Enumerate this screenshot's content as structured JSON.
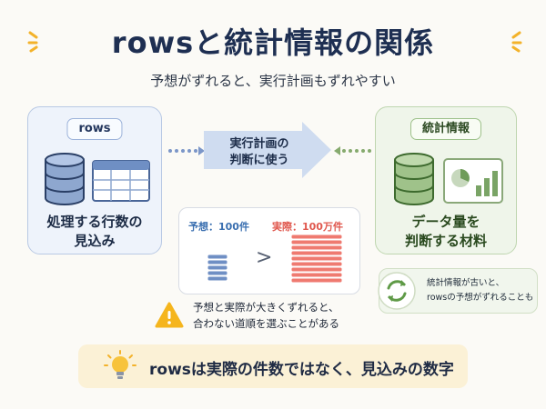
{
  "title": "rowsと統計情報の関係",
  "subtitle": "予想がずれると、実行計画もずれやすい",
  "rows_card": {
    "pill": "rows",
    "label_line1": "処理する行数の",
    "label_line2": "見込み"
  },
  "stats_card": {
    "pill": "統計情報",
    "label_line1": "データ量を",
    "label_line2": "判断する材料"
  },
  "center_arrow": {
    "line1": "実行計画の",
    "line2": "判断に使う"
  },
  "comparison": {
    "predicted_label": "予想：100件",
    "actual_label": "実際：100万件",
    "operator": ">"
  },
  "warning": {
    "line1": "予想と実際が大きくずれると、",
    "line2": "合わない道順を選ぶことがある"
  },
  "note": {
    "line1": "統計情報が古いと、",
    "line2": "rowsの予想がずれることも"
  },
  "banner": {
    "text": "rowsは実際の件数ではなく、見込みの数字"
  },
  "colors": {
    "title": "#1e2f52",
    "rows_accent": "#b9c9e4",
    "stats_accent": "#bfd6b0",
    "predicted": "#3a6fb0",
    "actual": "#e0584e",
    "warning": "#f5b51d",
    "banner_bg": "#fbf1d6"
  }
}
